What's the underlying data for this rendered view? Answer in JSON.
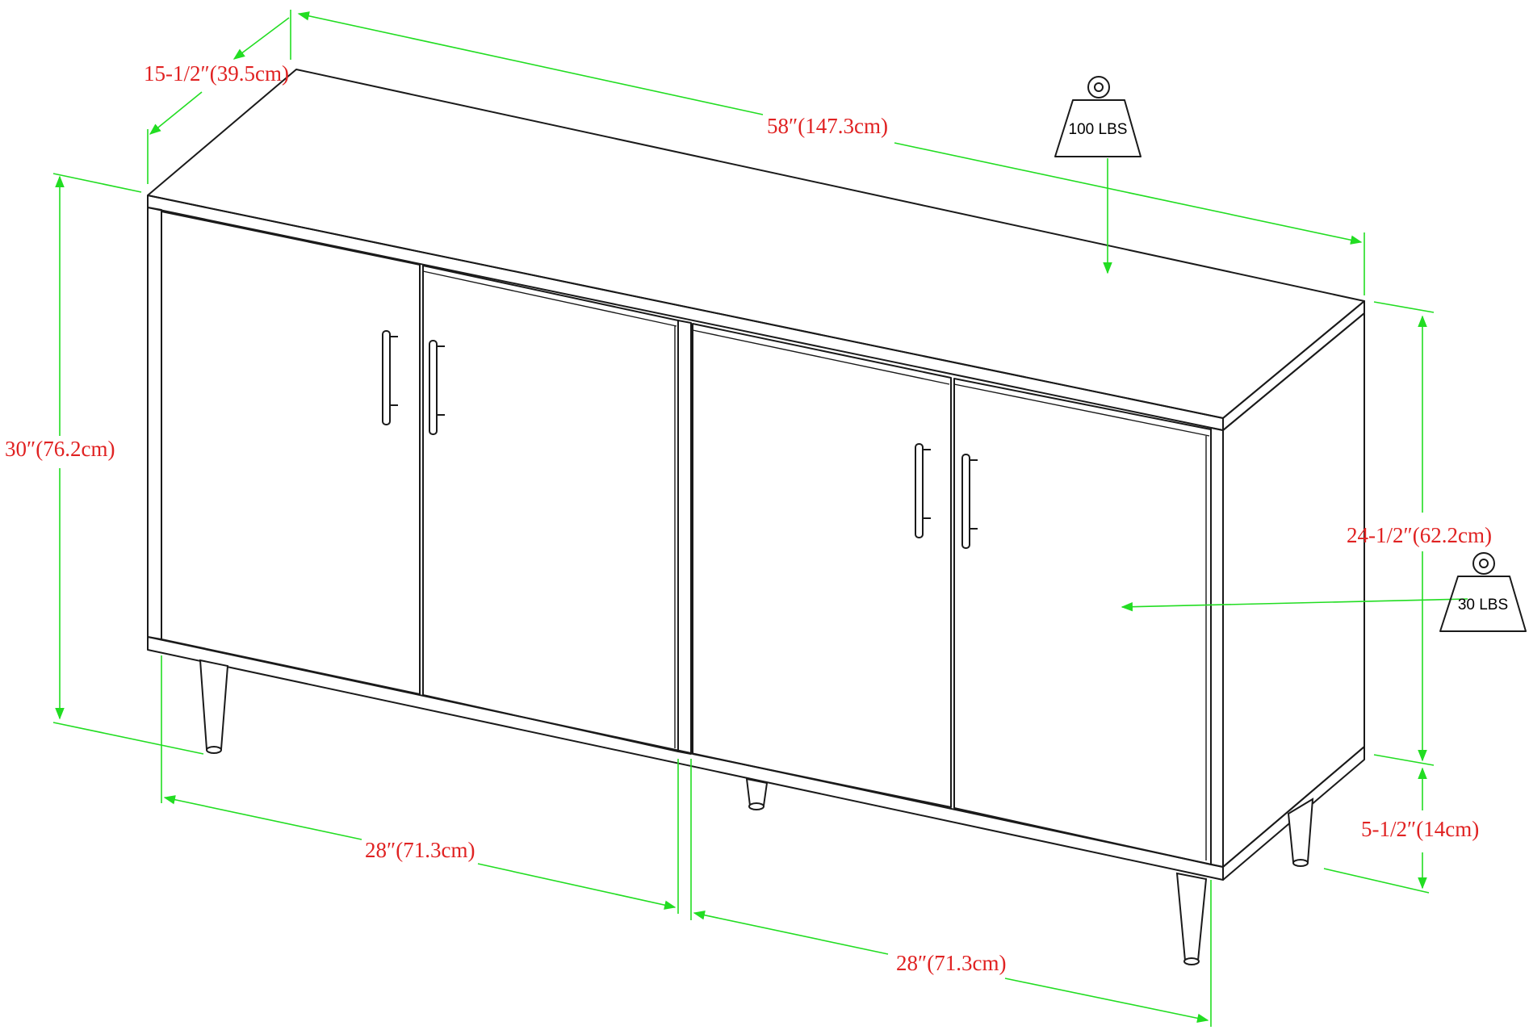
{
  "dimensions": {
    "depth": "15-1/2″(39.5cm)",
    "width": "58″(147.3cm)",
    "height": "30″(76.2cm)",
    "cabinet_height": "24-1/2″(62.2cm)",
    "leg_height": "5-1/2″(14cm)",
    "left_section_width": "28″(71.3cm)",
    "right_section_width": "28″(71.3cm)"
  },
  "weight_limits": {
    "top": "100 LBS",
    "shelf": "30 LBS"
  },
  "colors": {
    "dimension_line": "#22dd22",
    "dimension_text": "#e02222",
    "outline": "#1a1a1a"
  },
  "icons": {
    "top_weight": "weight-icon",
    "shelf_weight": "weight-icon"
  }
}
